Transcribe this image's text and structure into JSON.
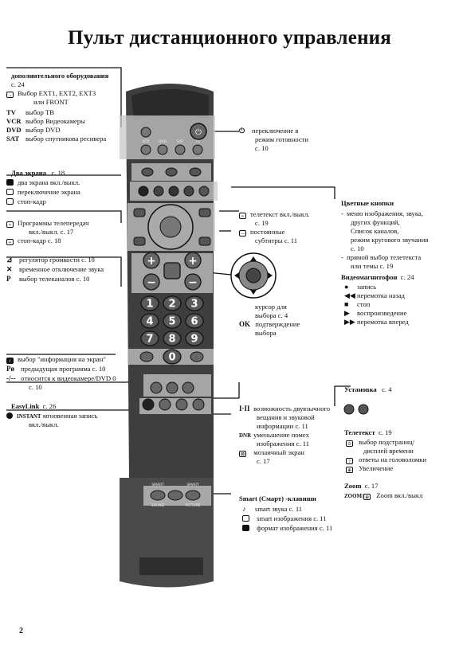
{
  "page": {
    "title": "Пульт дистанционного управления",
    "page_number": "2"
  },
  "left_top": {
    "heading": "дополнительного оборудования",
    "ref": "с. 24",
    "ext_line": "Выбор EXT1, EXT2, EXT3",
    "ext_line2": "или FRONT",
    "tv_label": "TV",
    "tv_text": "выбор ТВ",
    "vcr_label": "VCR",
    "vcr_text": "выбор Видеокамеры",
    "dvd_label": "DVD",
    "dvd_text": "выбор DVD",
    "sat_label": "SAT",
    "sat_text": "выбор спутникова ресивера"
  },
  "dual_screen": {
    "heading": "Два экрана",
    "ref": "с. 18",
    "items": [
      "два экрана вкл./выкл.",
      "переключение экрана",
      "стоп-кадр"
    ]
  },
  "programs": {
    "line1": "Программы телепередач",
    "line2": "вкл./выкл.   с. 17",
    "line3": "стоп-кадр  с. 18"
  },
  "volume": {
    "item1": "регулятор громкости  с. 10",
    "item2": "временное отключение звука",
    "item3_label": "P",
    "item3": "выбор телеканалов  с. 10"
  },
  "left_mid": {
    "info": "выбор \"информация на экран\"",
    "prev_label": "Pø",
    "prev": "предыдущая программа  с. 10",
    "vcr_label": "-/--",
    "vcr": "относится к видеокамере/DVD 0",
    "vcr_ref": "с. 10"
  },
  "easylink": {
    "heading": "EasyLink",
    "ref": "с. 26",
    "instant": "INSTANT",
    "line1": "мгновенная запись",
    "line2": "вкл./выкл."
  },
  "right_top": {
    "standby1": "переключение в",
    "standby2": "режим готовности",
    "standby_ref": "с. 10"
  },
  "color_keys": {
    "heading": "Цветные кнопки",
    "l1": "меню изображения, звука,",
    "l2": "других функций,",
    "l3": "Список каналов,",
    "l4": "режим кругового звучания",
    "l5": "с. 10",
    "l6": "прямой выбор телетекста",
    "l7": "или темы  с. 19"
  },
  "teletext_mid": {
    "l1": "телетекст вкл./выкл.",
    "l2": "с. 19",
    "l3": "постоянные",
    "l4": "субтитры  с. 11"
  },
  "vcr_block": {
    "heading": "Видеомагнитофон",
    "ref": "с. 24",
    "items": [
      "запись",
      "перемотка назад",
      "стоп",
      "воспроизведение",
      "перемотка вперед"
    ]
  },
  "cursor": {
    "l1": "курсор для",
    "l2": "выбора  с. 4",
    "ok_label": "OK",
    "l3": "подтверждение",
    "l4": "выбора"
  },
  "setup": {
    "heading": "Установка",
    "ref": "с. 4"
  },
  "dual_sound": {
    "l1": "возможность двуязычного",
    "l2": "вещания и звуковой",
    "l3": "информации  с. 11",
    "dnr": "DNR",
    "l4": "уменьшение помех",
    "l5": "изображения  с. 11",
    "l6": "мозаичный экран",
    "l7": "с. 17"
  },
  "teletext_right": {
    "heading": "Телетекст",
    "ref": "с. 19",
    "l1": "выбор подстраниц/",
    "l2": "дисплей времени",
    "l3": "ответы на головоломки",
    "l4": "Увеличение"
  },
  "zoom": {
    "heading": "Zoom",
    "ref": "с. 17",
    "label": "ZOOM/",
    "text": "Zoom вкл./выкл"
  },
  "smart": {
    "heading": "Smart (Смарт) -клавиши",
    "items": [
      "smart звука  с. 11",
      "smart изображения  с. 11",
      "формат изображения  с. 11"
    ]
  },
  "remote_labels": {
    "vcr": "VCR",
    "dvd": "DVD",
    "sat": "SAT",
    "tv": "TV",
    "front": "FRONT",
    "smart": "SMART",
    "sound": "SOUND",
    "picture": "PICTURE",
    "digits": [
      "1",
      "2",
      "3",
      "4",
      "5",
      "6",
      "7",
      "8",
      "9",
      "0"
    ]
  },
  "colors": {
    "remote_body": "#4a4a4a",
    "remote_dark": "#2a2a2a",
    "highlight": "#c8c8c8",
    "ink": "#111111"
  }
}
